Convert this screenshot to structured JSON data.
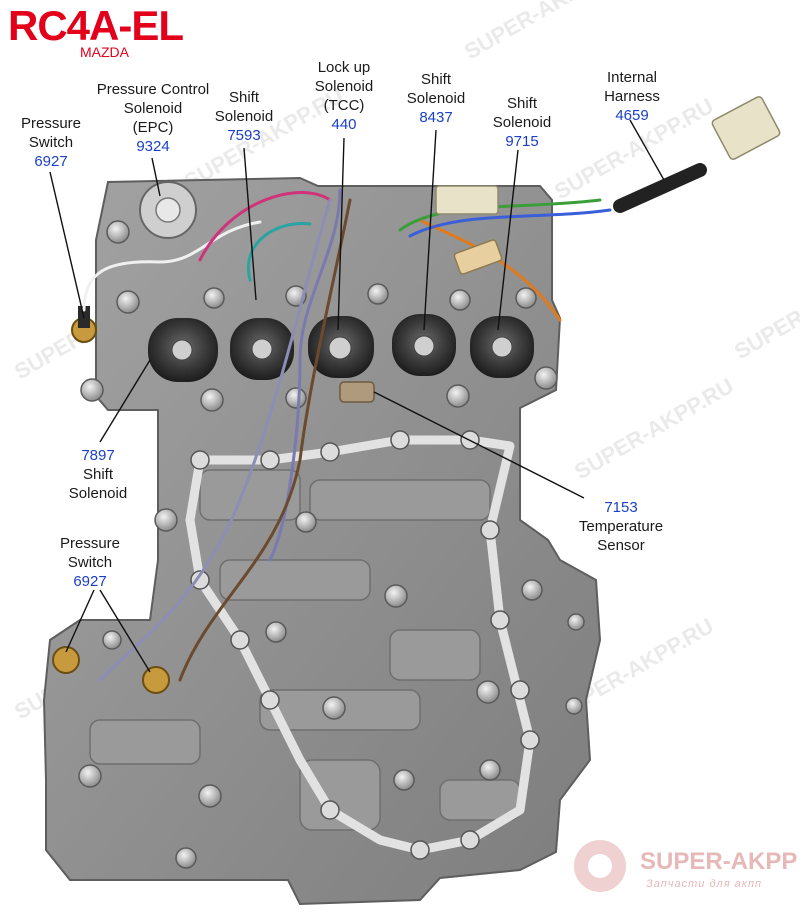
{
  "header": {
    "title": "RC4A-EL",
    "subtitle": "MAZDA"
  },
  "watermark": {
    "text": "SUPER-AKPP.RU",
    "logo": "SUPER-AKPP",
    "logo_sub": "Запчасти для акпп"
  },
  "labels": {
    "pressure_switch_top": {
      "lines": [
        "Pressure",
        "Switch"
      ],
      "code": "6927"
    },
    "epc": {
      "lines": [
        "Pressure Control",
        "Solenoid",
        "(EPC)"
      ],
      "code": "9324"
    },
    "shift_7593": {
      "lines": [
        "Shift",
        "Solenoid"
      ],
      "code": "7593"
    },
    "tcc": {
      "lines": [
        "Lock up",
        "Solenoid",
        "(TCC)"
      ],
      "code": "440"
    },
    "shift_8437": {
      "lines": [
        "Shift",
        "Solenoid"
      ],
      "code": "8437"
    },
    "shift_9715": {
      "lines": [
        "Shift",
        "Solenoid"
      ],
      "code": "9715"
    },
    "harness": {
      "lines": [
        "Internal",
        "Harness"
      ],
      "code": "4659"
    },
    "shift_7897": {
      "code": "7897",
      "lines": [
        "Shift",
        "Solenoid"
      ]
    },
    "temp_sensor": {
      "code": "7153",
      "lines": [
        "Temperature",
        "Sensor"
      ]
    },
    "pressure_switch_bottom": {
      "lines": [
        "Pressure",
        "Switch"
      ],
      "code": "6927"
    }
  },
  "colors": {
    "title": "#e3001b",
    "code": "#1a3fc9",
    "body": "#8e8e8e",
    "gasket": "#d9d9d9"
  }
}
